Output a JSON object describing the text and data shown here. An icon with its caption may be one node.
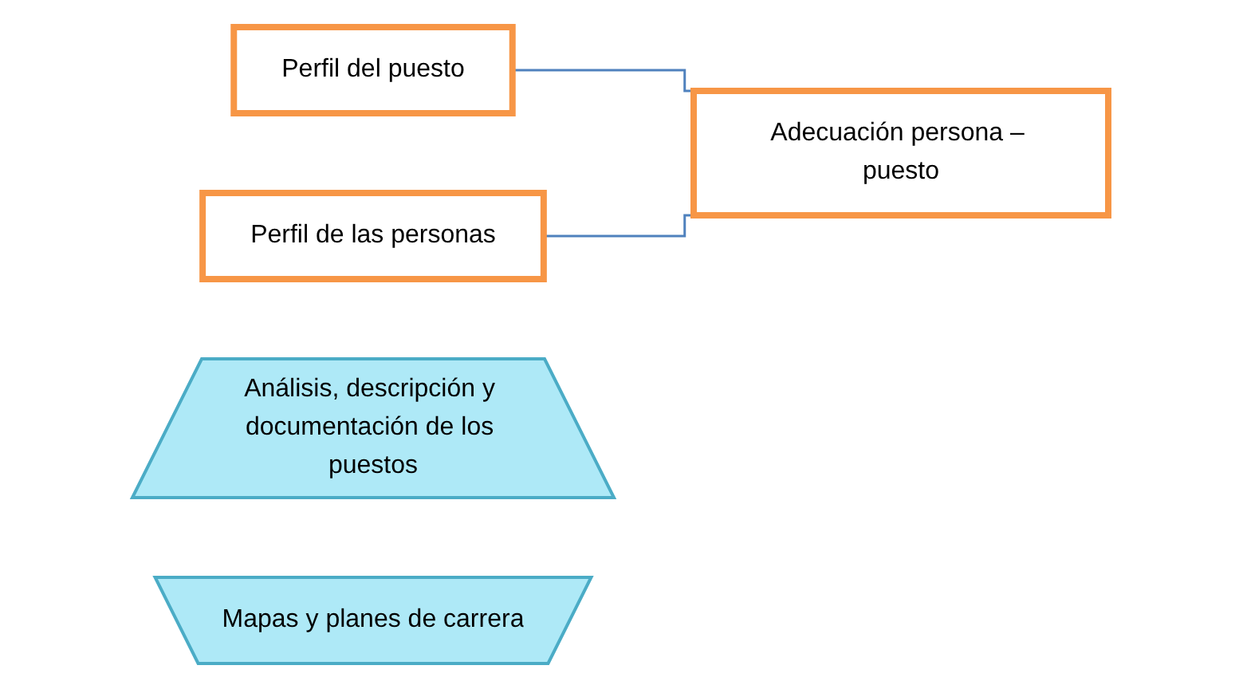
{
  "diagram": {
    "nodes": [
      {
        "text": [
          "Perfil del puesto"
        ]
      },
      {
        "text": [
          "Adecuación persona – puesto"
        ]
      },
      {
        "text": [
          "Perfil de las personas"
        ]
      },
      {
        "text": [
          "Análisis, descripción y documentación de los puestos"
        ]
      },
      {
        "text": [
          "Mapas y planes de carrera"
        ]
      }
    ],
    "edges": [
      {
        "from": 0,
        "to": 1,
        "arrow": "none"
      },
      {
        "from": 2,
        "to": 1,
        "arrow": "none"
      }
    ]
  }
}
